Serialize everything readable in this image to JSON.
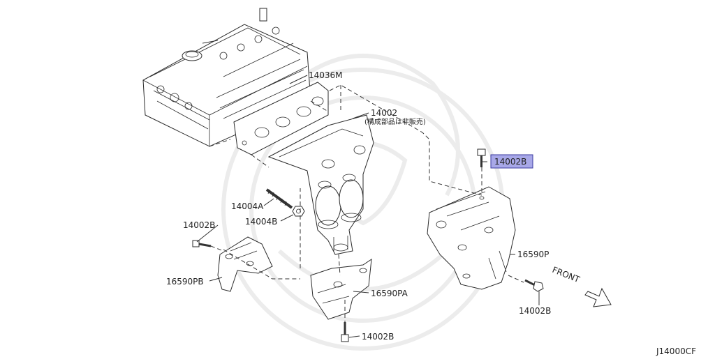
{
  "diagram": {
    "labels": {
      "p14036M": "14036M",
      "p14002": "14002",
      "p14002_note": "(構成部品は非販売)",
      "p14002B_highlighted": "14002B",
      "p14004A": "14004A",
      "p14004B": "14004B",
      "p14002B_left": "14002B",
      "p16590PB": "16590PB",
      "p16590PA": "16590PA",
      "p14002B_bottom": "14002B",
      "p16590P": "16590P",
      "p14002B_right": "14002B",
      "front": "FRONT",
      "diagram_code": "J14000CF"
    },
    "colors": {
      "highlight_fill": "#a8a8e8",
      "highlight_border": "#3a3aa0",
      "watermark": "#ececec"
    }
  }
}
